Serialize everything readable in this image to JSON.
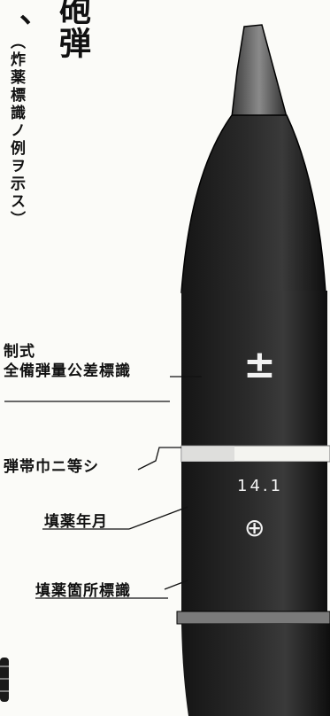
{
  "header": {
    "mark": "、",
    "title": "砲弾"
  },
  "side_note": "（炸薬標識ノ例ヲ示ス）",
  "labels": {
    "seishiki": "制式",
    "zenbi": "全備弾量公差標識",
    "dantai": "弾帯巾ニ等シ",
    "tenyaku_nengetsu": "填薬年月",
    "tenyaku_kasho": "填薬箇所標識"
  },
  "shell": {
    "tolerance_mark": "±",
    "fill_date": "14.1",
    "place_mark": "⊕"
  }
}
